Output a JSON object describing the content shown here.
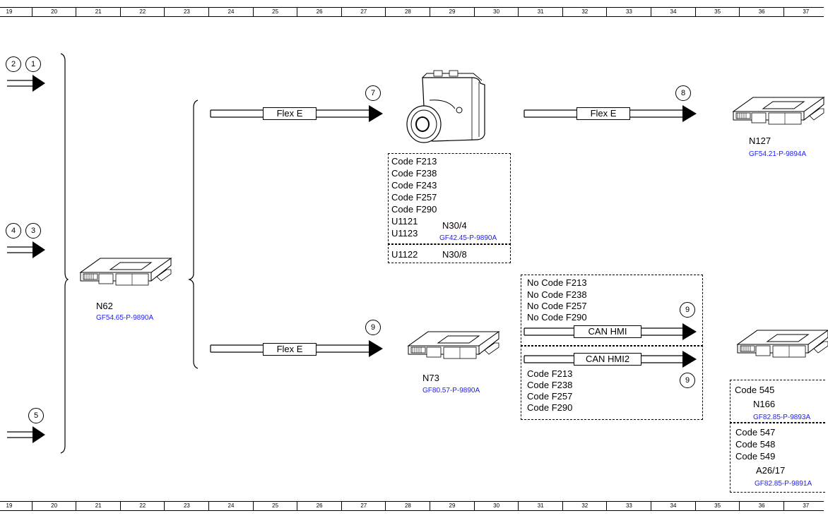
{
  "ruler": [
    "19",
    "20",
    "21",
    "22",
    "23",
    "24",
    "25",
    "26",
    "27",
    "28",
    "29",
    "30",
    "31",
    "32",
    "33",
    "34",
    "35",
    "36",
    "37"
  ],
  "inputs": {
    "c2": "2",
    "c1": "1",
    "c4": "4",
    "c3": "3",
    "c5": "5"
  },
  "n62": {
    "name": "N62",
    "ref": "GF54.65-P-9890A"
  },
  "bus_top": {
    "label": "Flex E",
    "num": "7"
  },
  "bus_bottom": {
    "label": "Flex E",
    "num": "9"
  },
  "n30_box": {
    "codes": [
      "Code F213",
      "Code F238",
      "Code F243",
      "Code F257",
      "Code F290",
      "U1121",
      "U1123"
    ],
    "name": "N30/4",
    "ref": "GF42.45-P-9890A",
    "lower_code": "U1122",
    "lower_name": "N30/8"
  },
  "bus_right_top": {
    "label": "Flex E",
    "num": "8"
  },
  "n127": {
    "name": "N127",
    "ref": "GF54.21-P-9894A"
  },
  "n73": {
    "name": "N73",
    "ref": "GF80.57-P-9890A"
  },
  "hmi_box": {
    "codes": [
      "No Code F213",
      "No Code F238",
      "No Code F257",
      "No Code F290"
    ],
    "bus_label": "CAN HMI",
    "num": "9"
  },
  "hmi2_box": {
    "bus_label": "CAN HMI2",
    "num": "9",
    "codes": [
      "Code F213",
      "Code F238",
      "Code F257",
      "Code F290"
    ]
  },
  "n166_box": {
    "code": "Code 545",
    "name": "N166",
    "ref": "GF82.85-P-9893A"
  },
  "a26_box": {
    "codes": [
      "Code 547",
      "Code 548",
      "Code 549"
    ],
    "name": "A26/17",
    "ref": "GF82.85-P-9891A"
  }
}
